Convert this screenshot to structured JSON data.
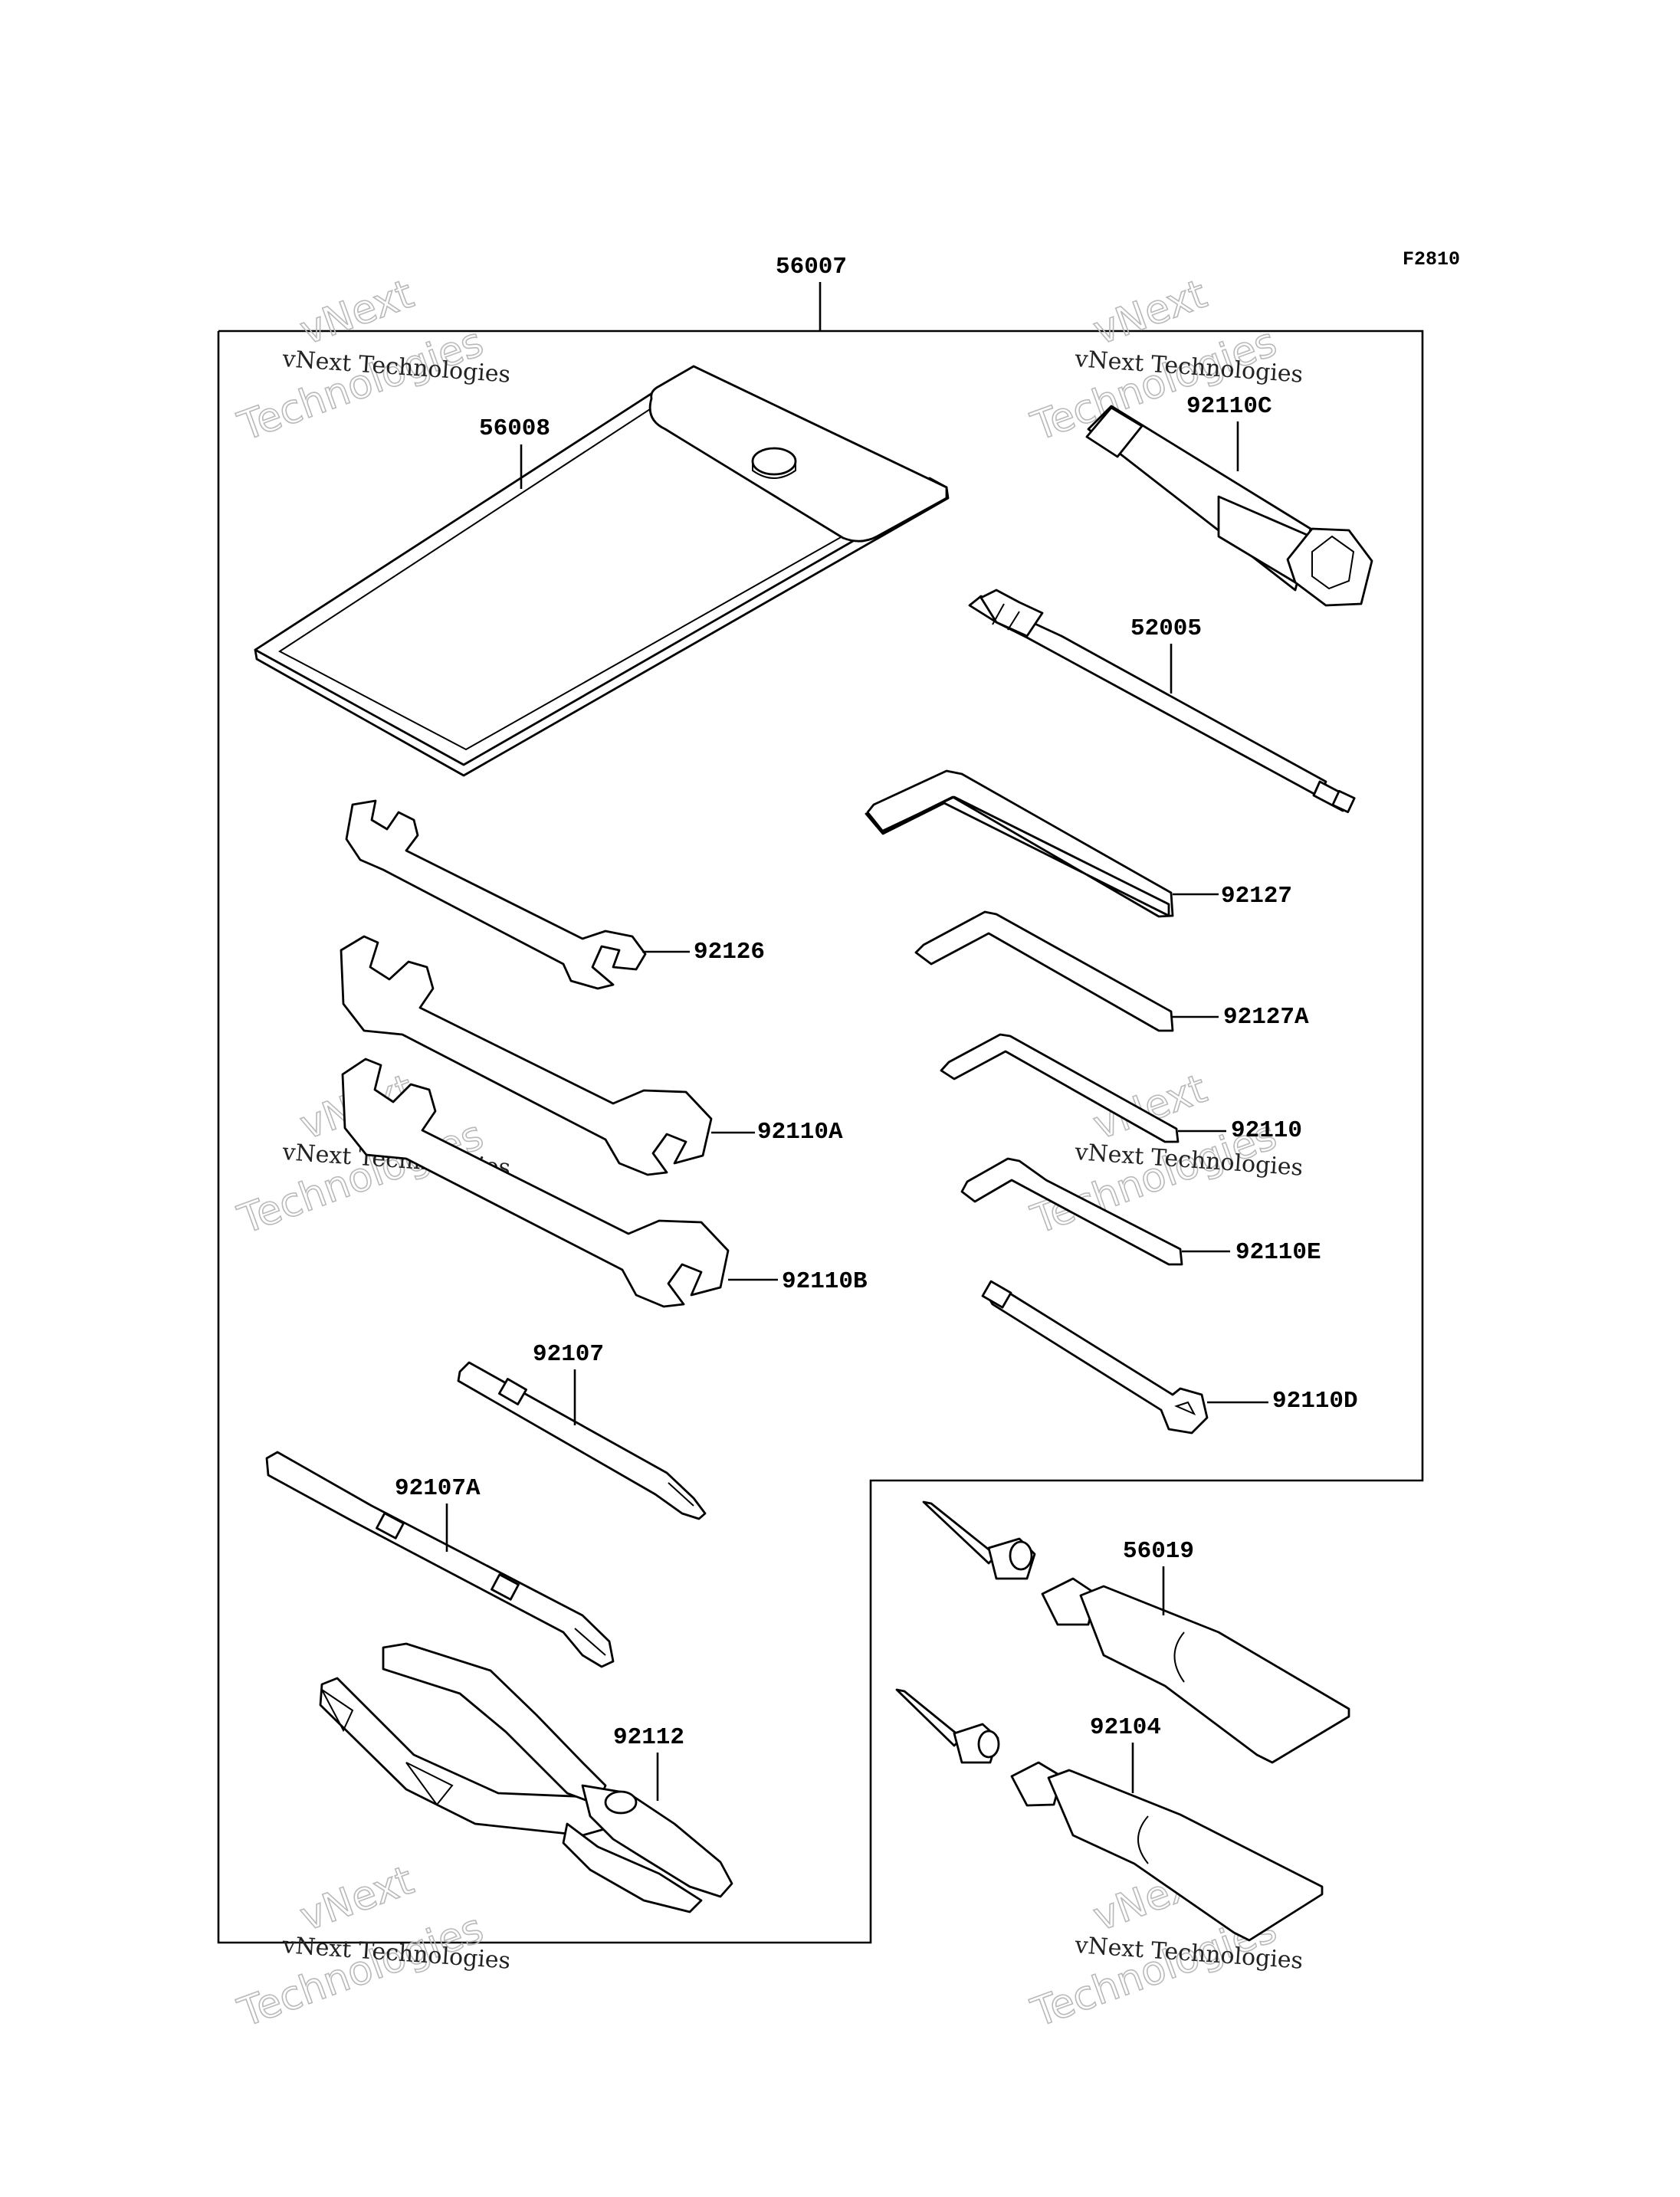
{
  "figure_code": "F2810",
  "parts": {
    "kit": "56007",
    "pouch": "56008",
    "socket_wrench": "92110C",
    "spark_plug_tool": "52005",
    "hex_wrench_large": "92127",
    "hex_wrench_medium": "92127A",
    "hex_wrench_small": "92110",
    "hex_wrench_e": "92110E",
    "spoke_wrench": "92110D",
    "wrench_small": "92126",
    "wrench_a": "92110A",
    "wrench_b": "92110B",
    "screwdriver": "92107",
    "screwdriver_a": "92107A",
    "pliers": "92112",
    "grease_tube_1": "56019",
    "grease_tube_2": "92104"
  },
  "watermark": {
    "line1": "vNext Technologies",
    "line2": "vNext",
    "line3": "Technologies"
  }
}
